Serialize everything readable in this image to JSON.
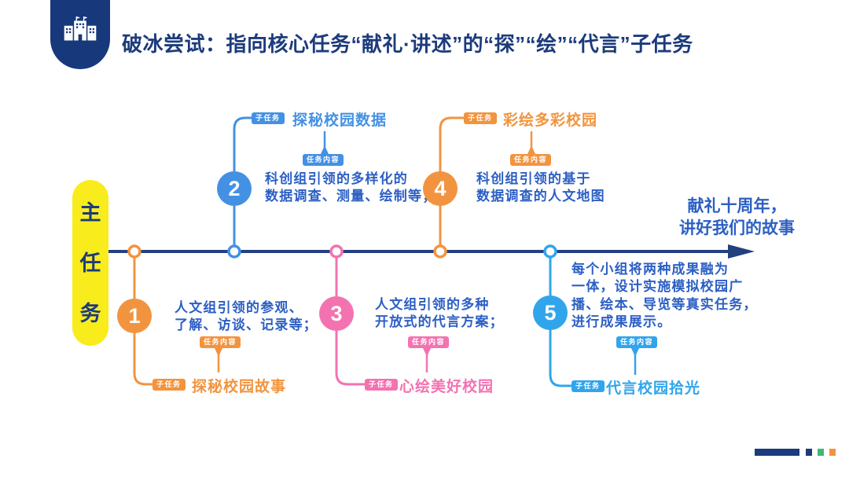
{
  "header": {
    "title": "破冰尝试：指向核心任务“献礼·讲述”的“探”“绘”“代言”子任务",
    "badge_icon": "school-building-icon"
  },
  "timeline": {
    "main_label": "主任务",
    "goal": "献礼十周年，\n讲好我们的故事",
    "tag_subtask": "子任务",
    "tag_content": "任务内容",
    "items": [
      {
        "number": "1",
        "position": "below",
        "color": "#F2943F",
        "subtask_title": "探秘校园故事",
        "content": "人文组引领的参观、\n了解、访谈、记录等；"
      },
      {
        "number": "2",
        "position": "above",
        "color": "#4491E3",
        "subtask_title": "探秘校园数据",
        "content": "科创组引领的多样化的\n数据调查、测量、绘制等；"
      },
      {
        "number": "3",
        "position": "below",
        "color": "#F373B1",
        "subtask_title": "心绘美好校园",
        "content": "人文组引领的多种\n开放式的代言方案；"
      },
      {
        "number": "4",
        "position": "above",
        "color": "#F2943F",
        "subtask_title": "彩绘多彩校园",
        "content": "科创组引领的基于\n数据调查的人文地图"
      },
      {
        "number": "5",
        "position": "below",
        "color": "#31A5EC",
        "subtask_title": "代言校园拾光",
        "content": "每个小组将两种成果融为\n一体，设计实施模拟校园广\n播、绘本、导览等真实任务，\n进行成果展示。"
      }
    ]
  },
  "colors": {
    "navy": "#1C3B7C",
    "text_blue": "#2C5FC4",
    "orange": "#F2943F",
    "blue": "#4491E3",
    "pink": "#F373B1",
    "light_blue": "#31A5EC",
    "yellow": "#F9EC1C",
    "green": "#3CB878"
  }
}
